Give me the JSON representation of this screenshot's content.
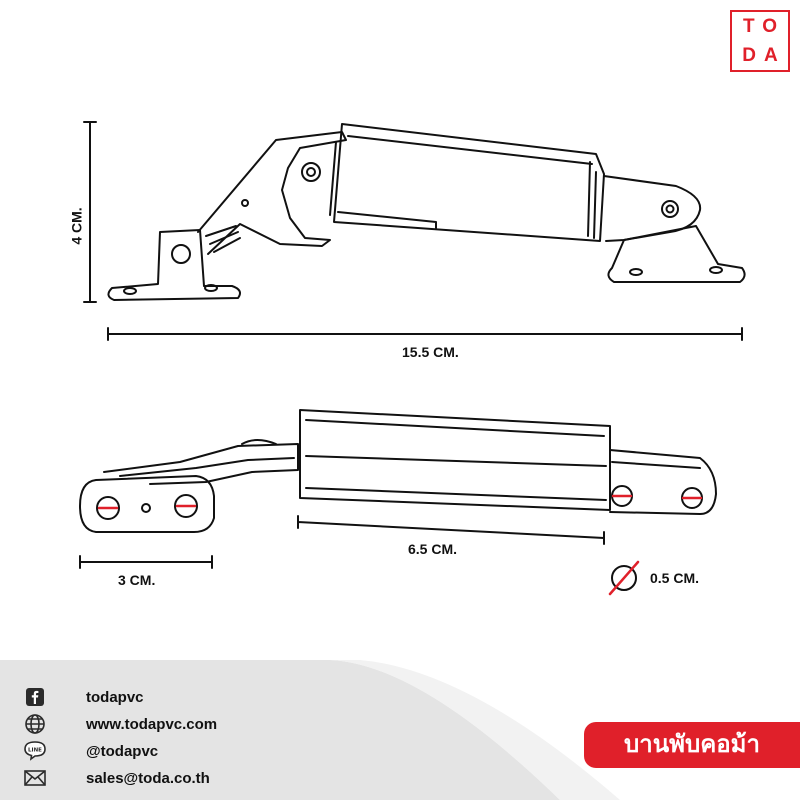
{
  "brand": {
    "logo_line1": "TO",
    "logo_line2": "DA"
  },
  "dimensions": {
    "height": "4 CM.",
    "length": "15.5 CM.",
    "body_length": "6.5 CM.",
    "base_width": "3 CM.",
    "screw_diameter": "0.5 CM."
  },
  "contacts": [
    {
      "icon": "facebook-icon",
      "text": "todapvc"
    },
    {
      "icon": "globe-icon",
      "text": "www.todapvc.com"
    },
    {
      "icon": "line-icon",
      "text": "@todapvc"
    },
    {
      "icon": "mail-icon",
      "text": "sales@toda.co.th"
    }
  ],
  "product_title": "บานพับคอม้า",
  "colors": {
    "accent": "#e0202a",
    "footer_gray": "#e4e4e4",
    "line": "#111111"
  }
}
